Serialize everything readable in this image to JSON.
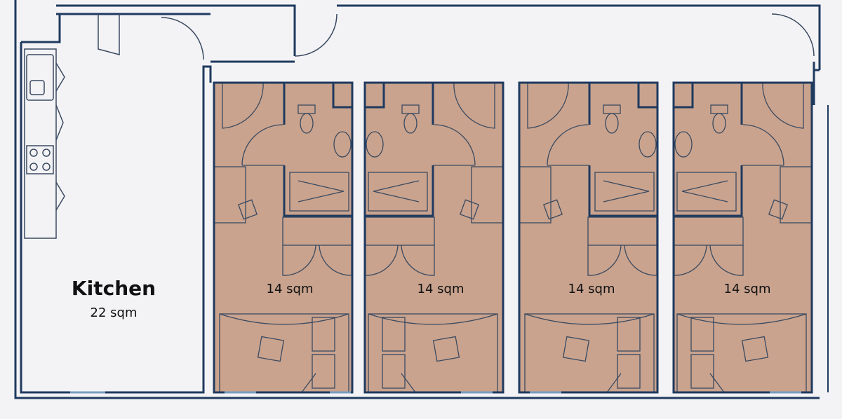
{
  "kitchen": {
    "name": "Kitchen",
    "area": "22 sqm"
  },
  "rooms": [
    {
      "area": "14 sqm",
      "bath_side": "right"
    },
    {
      "area": "14 sqm",
      "bath_side": "left"
    },
    {
      "area": "14 sqm",
      "bath_side": "right"
    },
    {
      "area": "14 sqm",
      "bath_side": "left"
    }
  ],
  "colors": {
    "wall": "#1f3a5f",
    "room_fill": "#c9a38e",
    "background": "#f3f3f6",
    "fixture": "#3b4a60"
  }
}
